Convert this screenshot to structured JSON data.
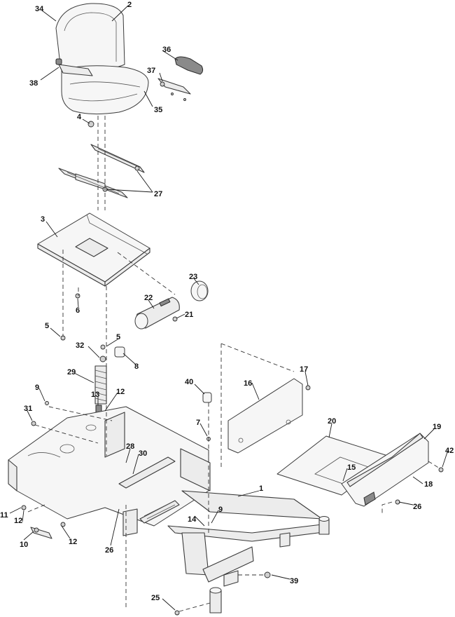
{
  "callouts": {
    "c1": "1",
    "c2": "2",
    "c3": "3",
    "c4": "4",
    "c5a": "5",
    "c5b": "5",
    "c6": "6",
    "c7": "7",
    "c8": "8",
    "c9a": "9",
    "c9b": "9",
    "c10": "10",
    "c11": "11",
    "c12a": "12",
    "c12b": "12",
    "c12c": "12",
    "c13": "13",
    "c14": "14",
    "c15": "15",
    "c16": "16",
    "c17": "17",
    "c18": "18",
    "c19": "19",
    "c20": "20",
    "c21": "21",
    "c22": "22",
    "c23": "23",
    "c25": "25",
    "c26a": "26",
    "c26b": "26",
    "c27": "27",
    "c28": "28",
    "c29": "29",
    "c30": "30",
    "c31": "31",
    "c32": "32",
    "c34": "34",
    "c35": "35",
    "c36": "36",
    "c37": "37",
    "c38": "38",
    "c39": "39",
    "c40": "40",
    "c42": "42"
  }
}
